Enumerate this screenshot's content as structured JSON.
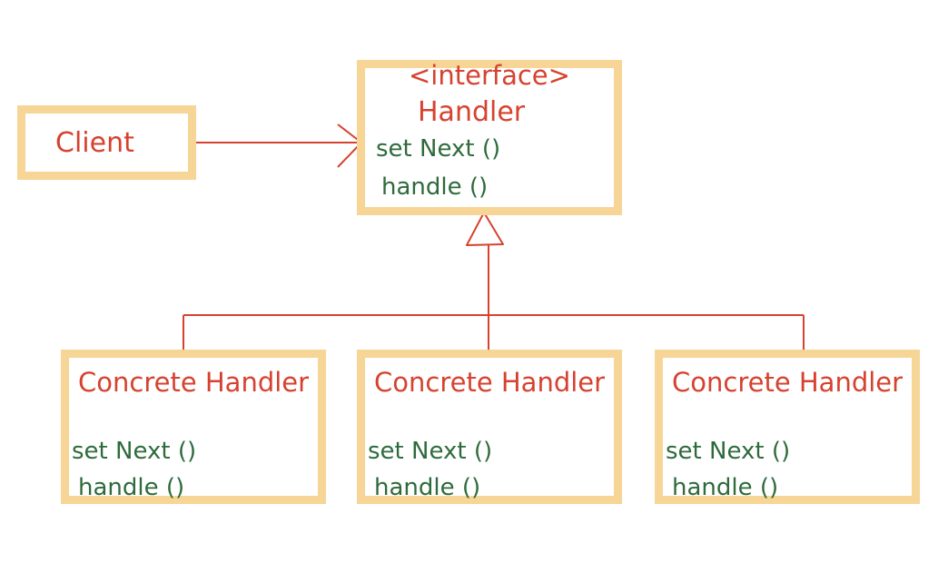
{
  "colors": {
    "box_border": "#f6d597",
    "title_text": "#d6422f",
    "method_text": "#2e6b3c",
    "connector": "#d6422f"
  },
  "client": {
    "label": "Client"
  },
  "interface": {
    "stereotype": "<interface>",
    "name": "Handler",
    "methods": [
      "set Next ()",
      "handle ()"
    ]
  },
  "concrete_handlers": [
    {
      "name": "Concrete Handler",
      "methods": [
        "set Next ()",
        "handle ()"
      ]
    },
    {
      "name": "Concrete Handler",
      "methods": [
        "set Next ()",
        "handle ()"
      ]
    },
    {
      "name": "Concrete Handler",
      "methods": [
        "set Next ()",
        "handle ()"
      ]
    }
  ],
  "relationships": [
    {
      "from": "Client",
      "to": "Handler",
      "type": "association"
    },
    {
      "from": "Concrete Handler",
      "to": "Handler",
      "type": "realization"
    }
  ]
}
